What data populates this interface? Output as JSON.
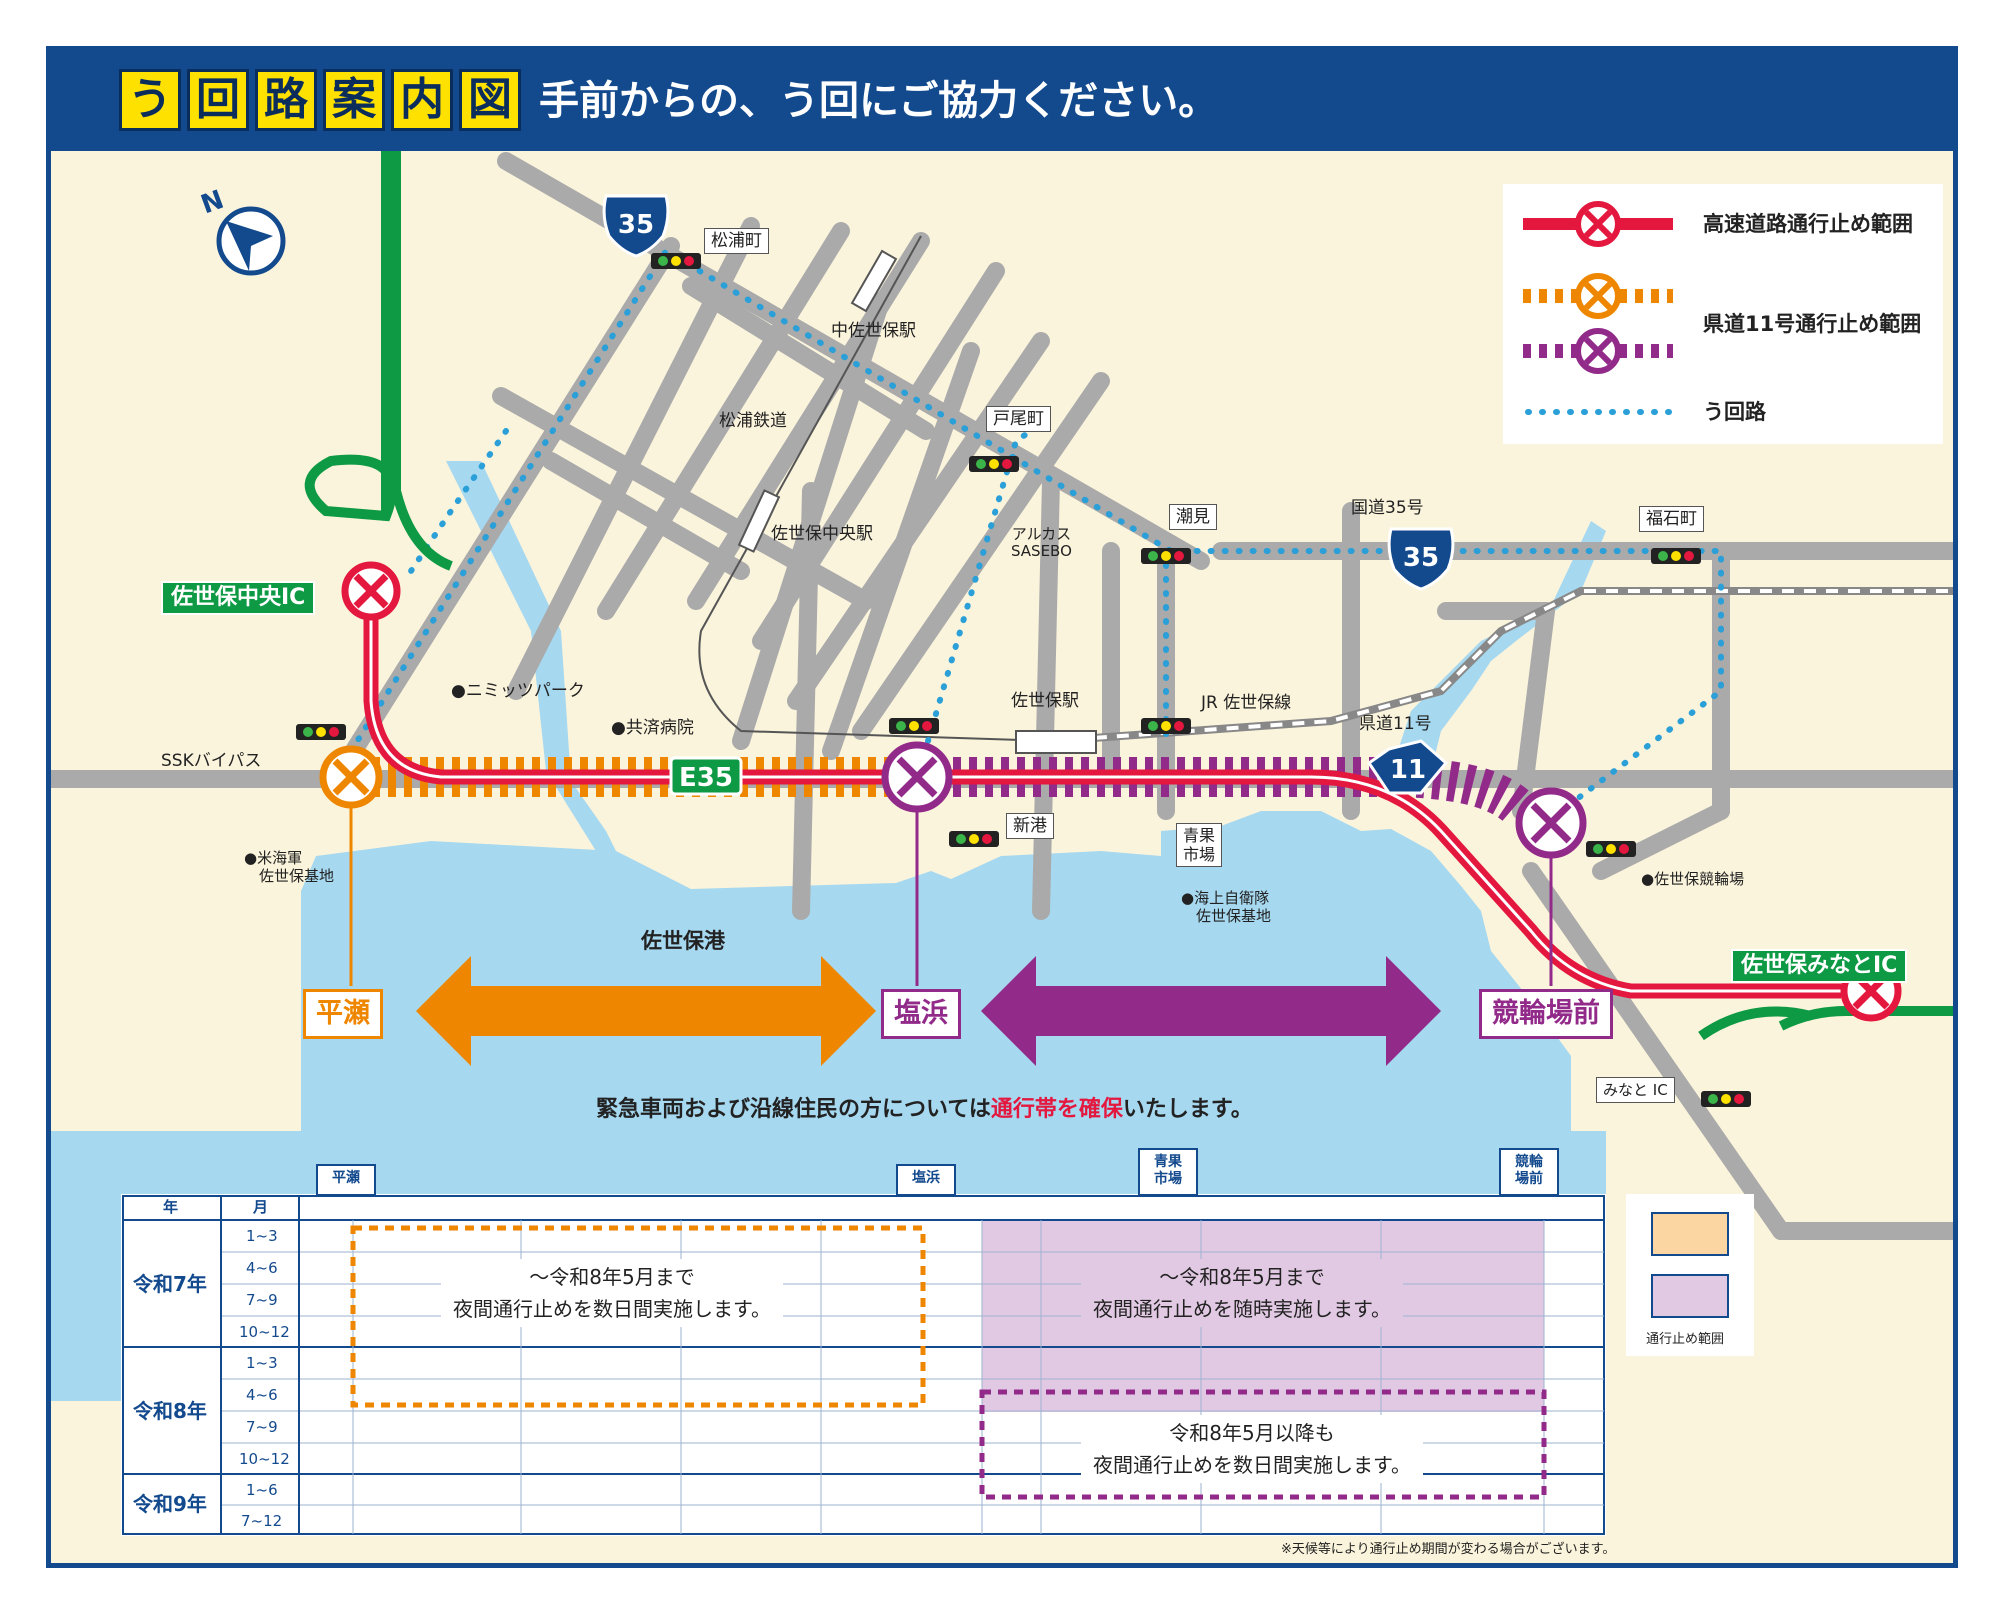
{
  "header": {
    "title_chars": [
      "う",
      "回",
      "路",
      "案",
      "内",
      "図"
    ],
    "subtitle": "手前からの、う回にご協力ください。"
  },
  "legend": {
    "expressway_closure": "高速道路通行止め範囲",
    "prefroad11_closure": "県道11号通行止め範囲",
    "detour": "う回路"
  },
  "route_shields": {
    "national35_top": "35",
    "national35_right": "35",
    "expressway": "E35",
    "prefroad11": "11"
  },
  "places": {
    "matsuuracho": "松浦町",
    "naka_sasebo_station": "中佐世保駅",
    "matsuura_railway": "松浦鉄道",
    "tobicho": "戸尾町",
    "sasebo_chuo_station": "佐世保中央駅",
    "arkas_sasebo": "アルカス\nSASEBO",
    "shiomi": "潮見",
    "national_route_35": "国道35号",
    "fukuishicho": "福石町",
    "sasebo_chuo_ic": "佐世保中央IC",
    "nimitz_park": "●ニミッツパーク",
    "kyosai_hospital": "●共済病院",
    "sasebo_station": "佐世保駅",
    "jr_sasebo_line": "JR 佐世保線",
    "pref_route_11": "県道11号",
    "ssk_bypass": "SSKバイパス",
    "shinminato": "新港",
    "seika_ichiba": "青果\n市場",
    "us_navy": "●米海軍\n　佐世保基地",
    "jmsdf": "●海上自衛隊\n　佐世保基地",
    "keirinjo": "●佐世保競輪場",
    "sasebo_minato_ic": "佐世保みなとIC",
    "sasebo_port": "佐世保港",
    "minato_ic": "みなと IC"
  },
  "sections": {
    "hirase": "平瀬",
    "shiohama": "塩浜",
    "keirinjo_mae": "競輪場前"
  },
  "notice": {
    "before": "緊急車両および沿線住民の方については",
    "emphasis": "通行帯を確保",
    "after": "いたします。"
  },
  "schedule": {
    "col_year": "年",
    "col_month": "月",
    "column_markers": {
      "hirase": "平瀬",
      "shiohama": "塩浜",
      "seika": "青果\n市場",
      "keirin": "競輪\n場前"
    },
    "years": [
      {
        "label": "令和7年",
        "months": [
          "1~3",
          "4~6",
          "7~9",
          "10~12"
        ]
      },
      {
        "label": "令和8年",
        "months": [
          "1~3",
          "4~6",
          "7~9",
          "10~12"
        ]
      },
      {
        "label": "令和9年",
        "months": [
          "1~6",
          "7~12"
        ]
      }
    ],
    "notes": {
      "orange": "～令和8年5月まで\n夜間通行止めを数日間実施します。",
      "purple_upper": "～令和8年5月まで\n夜間通行止めを随時実施します。",
      "purple_lower": "令和8年5月以降も\n夜間通行止めを数日間実施します。"
    },
    "key_label": "通行止め範囲",
    "footnote": "※天候等により通行止め期間が変わる場合がございます。"
  },
  "colors": {
    "navy": "#134a8e",
    "yellow": "#ffe100",
    "expressway_red": "#e4173f",
    "orange": "#ee8600",
    "purple": "#922a8a",
    "detour_blue": "#2a9fd8",
    "sea": "#a6d8f0",
    "road_gray": "#aaaaaa",
    "ic_green": "#0e9a44",
    "land": "#fbf4dc"
  }
}
